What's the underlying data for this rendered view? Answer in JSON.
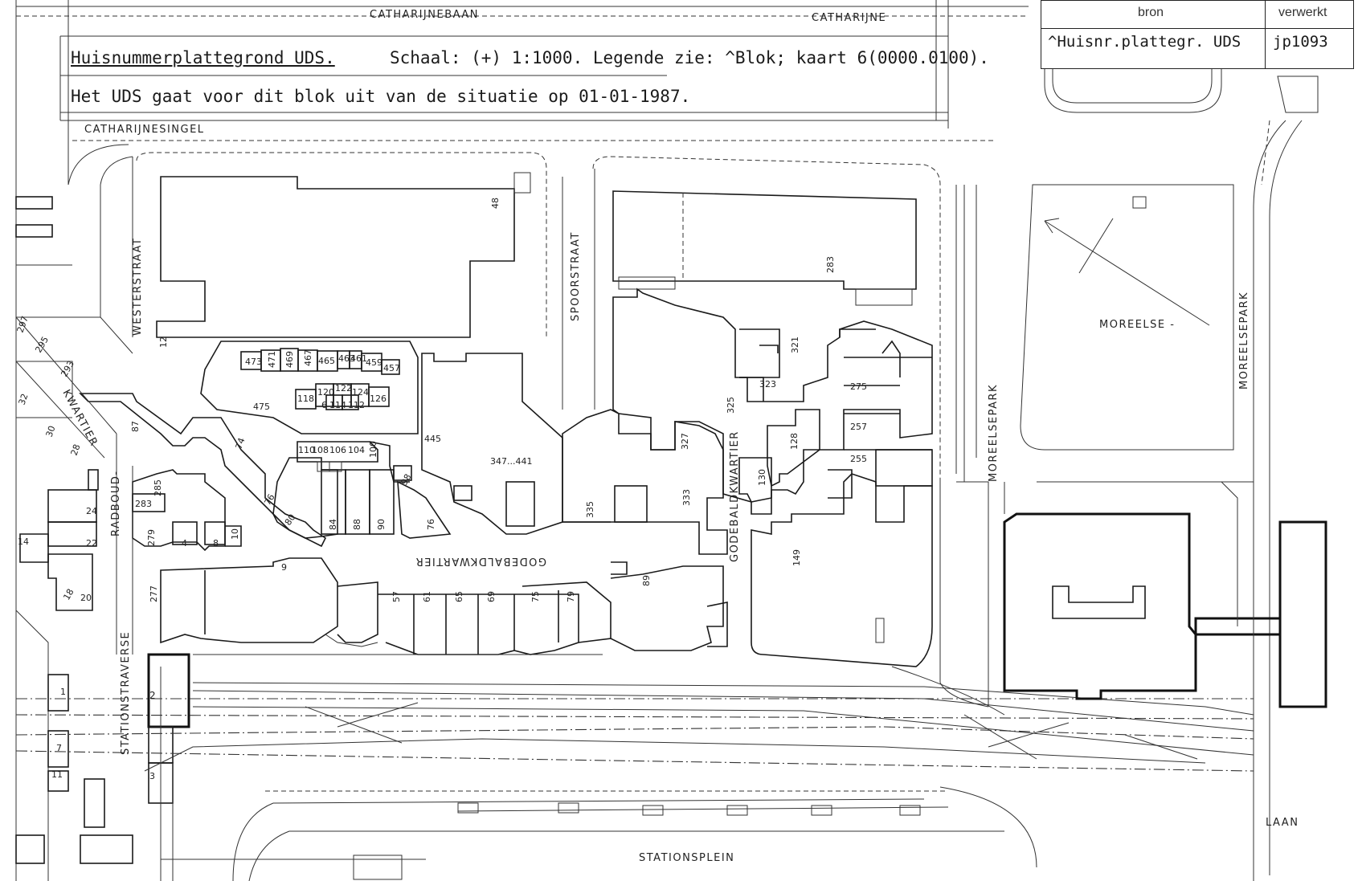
{
  "header": {
    "title": "Huisnummerplattegrond UDS.",
    "scale": "Schaal: (+) 1:1000. Legende zie: ^Blok; kaart 6(0000.0100).",
    "situation": "Het UDS gaat voor dit blok uit van de situatie op 01-01-1987."
  },
  "meta_table": {
    "col1_header": "bron",
    "col2_header": "verwerkt",
    "col1_value": "^Huisnr.plattegr. UDS",
    "col2_value": "jp1093"
  },
  "streets": {
    "catharijnebaan": "CATHARIJNEBAAN",
    "catharijne": "CATHARIJNE",
    "catharijnesingel": "CATHARIJNESINGEL",
    "westerstraat": "WESTERSTRAAT",
    "spoorstraat": "SPOORSTRAAT",
    "kwartier": "KWARTIER",
    "radboud": "RADBOUD-",
    "stationstraverse": "STATIONSTRAVERSE",
    "godebaldkwartier_v": "GODEBALDKWARTIER",
    "godebaldkwartier_m": "GODEBALDKWARTIER",
    "moreelsepark_1": "MOREELSEPARK",
    "moreelsepark_2": "MOREELSEPARK",
    "moreelse": "MOREELSE -",
    "stationsplein": "STATIONSPLEIN",
    "laan": "LAAN"
  },
  "house_numbers": {
    "n48": "48",
    "n283": "283",
    "n12": "12",
    "n473": "473",
    "n471": "471",
    "n469": "469",
    "n467": "467",
    "n465": "465",
    "n463": "463",
    "n461": "461",
    "n459": "459",
    "n457": "457",
    "n118": "118",
    "n120": "120",
    "n122": "122",
    "n124": "124",
    "n126": "126",
    "n6": "6",
    "n114": "114",
    "n112": "112",
    "n475": "475",
    "n445": "445",
    "n347": "347...441",
    "n321": "321",
    "n323": "323",
    "n325": "325",
    "n327": "327",
    "n333": "333",
    "n335": "335",
    "n275": "275",
    "n257": "257",
    "n255": "255",
    "n128": "128",
    "n130": "130",
    "n149": "149",
    "n87": "87",
    "n74": "74",
    "n76a": "76",
    "n80": "80",
    "n84": "84",
    "n88": "88",
    "n90": "90",
    "n76b": "76",
    "n98": "98",
    "n100": "100",
    "n104": "104",
    "n106": "106",
    "n108": "108",
    "n110": "110",
    "n285": "285",
    "n283b": "283",
    "n279": "279",
    "n4": "4",
    "n8": "8",
    "n10": "10",
    "n297": "297",
    "n295": "295",
    "n293": "293",
    "n32": "32",
    "n30": "30",
    "n28": "28",
    "n24": "24",
    "n22": "22",
    "n14": "14",
    "n18": "18",
    "n20": "20",
    "n277": "277",
    "n9": "9",
    "n57": "57",
    "n61": "61",
    "n65": "65",
    "n69": "69",
    "n75": "75",
    "n79": "79",
    "n89": "89",
    "n2": "2",
    "n1": "1",
    "n7": "7",
    "n3": "3",
    "n11": "11"
  }
}
